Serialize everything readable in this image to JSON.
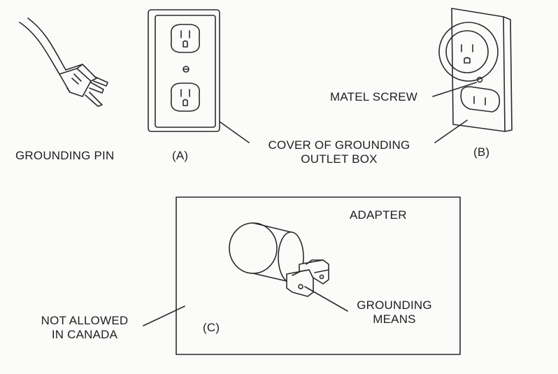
{
  "labels": {
    "grounding_pin": "GROUNDING PIN",
    "label_a": "(A)",
    "cover_line1": "COVER OF GROUNDING",
    "cover_line2": "OUTLET BOX",
    "matel_screw": "MATEL SCREW",
    "label_b": "(B)",
    "adapter": "ADAPTER",
    "grounding_means_line1": "GROUNDING",
    "grounding_means_line2": "MEANS",
    "label_c": "(C)",
    "not_allowed_line1": "NOT ALLOWED",
    "not_allowed_line2": "IN CANADA"
  },
  "colors": {
    "ink": "#2a2a2a",
    "paper": "#fbfbfa",
    "shade": "#e9e9e6"
  }
}
